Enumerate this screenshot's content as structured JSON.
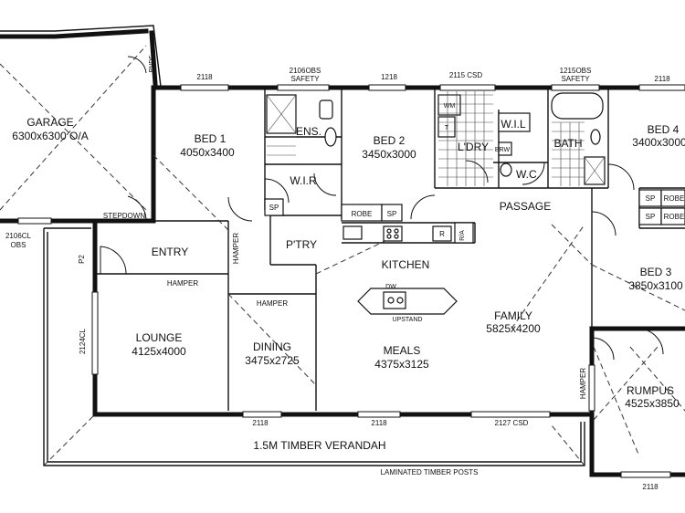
{
  "rooms": {
    "garage": {
      "name": "GARAGE",
      "size": "6300x6300 O/A"
    },
    "bed1": {
      "name": "BED 1",
      "size": "4050x3400"
    },
    "ens": {
      "name": "ENS."
    },
    "wir": {
      "name": "W.I.R"
    },
    "bed2": {
      "name": "BED 2",
      "size": "3450x3000"
    },
    "ldry": {
      "name": "L'DRY"
    },
    "wil": {
      "name": "W.I.L"
    },
    "bath": {
      "name": "BATH"
    },
    "wc": {
      "name": "W.C."
    },
    "bed4": {
      "name": "BED 4",
      "size": "3400x3000"
    },
    "passage": {
      "name": "PASSAGE"
    },
    "entry": {
      "name": "ENTRY"
    },
    "pantry": {
      "name": "P'TRY"
    },
    "kitchen": {
      "name": "KITCHEN"
    },
    "family": {
      "name": "FAMILY",
      "size": "5825x4200"
    },
    "bed3": {
      "name": "BED 3",
      "size": "3850x3100"
    },
    "lounge": {
      "name": "LOUNGE",
      "size": "4125x4000"
    },
    "dining": {
      "name": "DINING",
      "size": "3475x2725"
    },
    "meals": {
      "name": "MEALS",
      "size": "4375x3125"
    },
    "rumpus": {
      "name": "RUMPUS",
      "size": "4525x3850"
    },
    "verandah": {
      "name": "1.5M TIMBER VERANDAH"
    }
  },
  "notes": {
    "pndf": "PNDF",
    "w_top_1": "2118",
    "w_top_2a": "2106OBS",
    "w_top_2b": "SAFETY",
    "w_top_3": "1218",
    "w_top_4": "2115 CSD",
    "w_top_5a": "1215OBS",
    "w_top_5b": "SAFETY",
    "w_top_6": "2118",
    "stepdown": "STEPDOWN",
    "w_left_a": "2106CL",
    "w_left_b": "OBS",
    "p2": "P2",
    "hamper_entry": "HAMPER",
    "hamper_lounge": "HAMPER",
    "hamper_dining": "HAMPER",
    "hamper_rumpus": "HAMPER",
    "w_lounge": "2124CL",
    "robe": "ROBE",
    "sp": "SP",
    "sp_bed2": "SP",
    "sp_bed4a": "SP",
    "sp_bed4b": "SP",
    "robe_bed4a": "ROBE",
    "robe_bed4b": "ROBE",
    "r_fridge": "R",
    "r_a": "R/A",
    "wm": "WM",
    "t": "T",
    "brw": "BRW",
    "dw": "DW",
    "upstand": "UPSTAND",
    "w_bot_1": "2118",
    "w_bot_2": "2118",
    "w_bot_3": "2127 CSD",
    "w_bot_4": "2118",
    "posts": "LAMINATED TIMBER POSTS"
  }
}
